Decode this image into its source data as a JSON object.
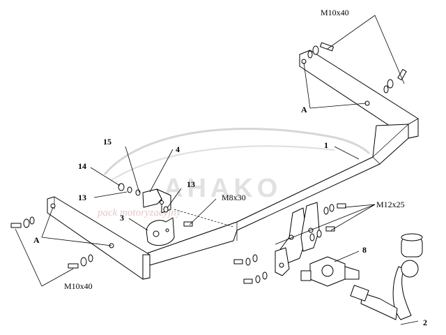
{
  "labels": {
    "bolt_top": "M10x40",
    "bolt_left": "M10x40",
    "bolt_m12": "M12x25",
    "bolt_m8": "M8x30",
    "point_a_right": "A",
    "point_a_left": "A",
    "part_1": "1",
    "part_2": "2",
    "part_3": "3",
    "part_4": "4",
    "part_8": "8",
    "part_13a": "13",
    "part_13b": "13",
    "part_14": "14",
    "part_15": "15"
  },
  "watermark": {
    "main": "AHAKO",
    "sub": "pack motoryzacyjny"
  }
}
